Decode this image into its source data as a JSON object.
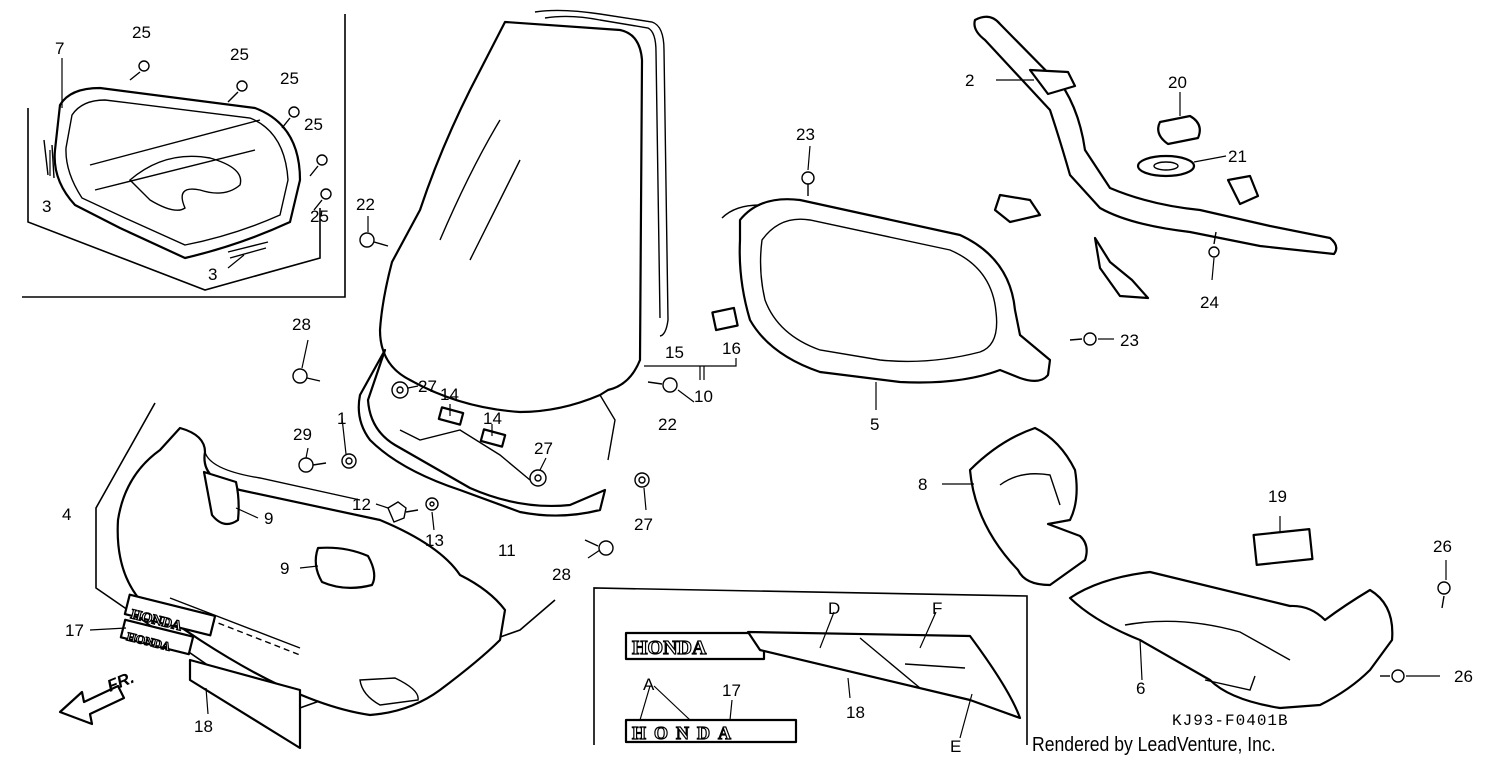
{
  "diagram": {
    "drawing_code": "KJ93-F0401B",
    "credit": "Rendered by LeadVenture, Inc.",
    "front_arrow_label": "FR.",
    "emblem_text": "HONDA",
    "callouts": {
      "c1": "1",
      "c2": "2",
      "c3a": "3",
      "c3b": "3",
      "c4": "4",
      "c5": "5",
      "c6": "6",
      "c7": "7",
      "c8": "8",
      "c9a": "9",
      "c9b": "9",
      "c10": "10",
      "c11": "11",
      "c12": "12",
      "c13": "13",
      "c14a": "14",
      "c14b": "14",
      "c15": "15",
      "c16": "16",
      "c17a": "17",
      "c17b": "17",
      "c18a": "18",
      "c18b": "18",
      "c19": "19",
      "c20": "20",
      "c21": "21",
      "c22a": "22",
      "c22b": "22",
      "c23a": "23",
      "c23b": "23",
      "c24": "24",
      "c25a": "25",
      "c25b": "25",
      "c25c": "25",
      "c25d": "25",
      "c25e": "25",
      "c26a": "26",
      "c26b": "26",
      "c27a": "27",
      "c27b": "27",
      "c27c": "27",
      "c28a": "28",
      "c28b": "28",
      "c29": "29",
      "lA": "A",
      "lD": "D",
      "lE": "E",
      "lF": "F"
    }
  }
}
